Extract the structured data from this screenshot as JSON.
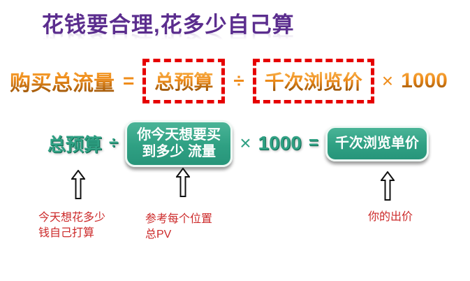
{
  "slide": {
    "title": "花钱要合理,花多少自己算",
    "formula1": {
      "lhs": "购买总流量",
      "equals": "=",
      "box1": "总预算",
      "divide": "÷",
      "box2": "千次浏览价",
      "times": "×",
      "number": "1000"
    },
    "formula2": {
      "lhs": "总预算",
      "divide": "÷",
      "button1_line1": "你今天想要买",
      "button1_line2": "到多少 流量",
      "times": "×",
      "number": "1000",
      "equals": "=",
      "button2": "千次浏览单价"
    },
    "annotations": {
      "note1_line1": "今天想花多少",
      "note1_line2": "钱自己打算",
      "note2_line1": "参考每个位置",
      "note2_line2": "总PV",
      "note3": "你的出价"
    },
    "colors": {
      "title_purple": "#5b2d8e",
      "orange": "#ef8c1a",
      "orange_dark": "#8a4a05",
      "teal": "#2fa083",
      "dashed_red": "#e60000",
      "note_red": "#cc2a2a"
    }
  }
}
